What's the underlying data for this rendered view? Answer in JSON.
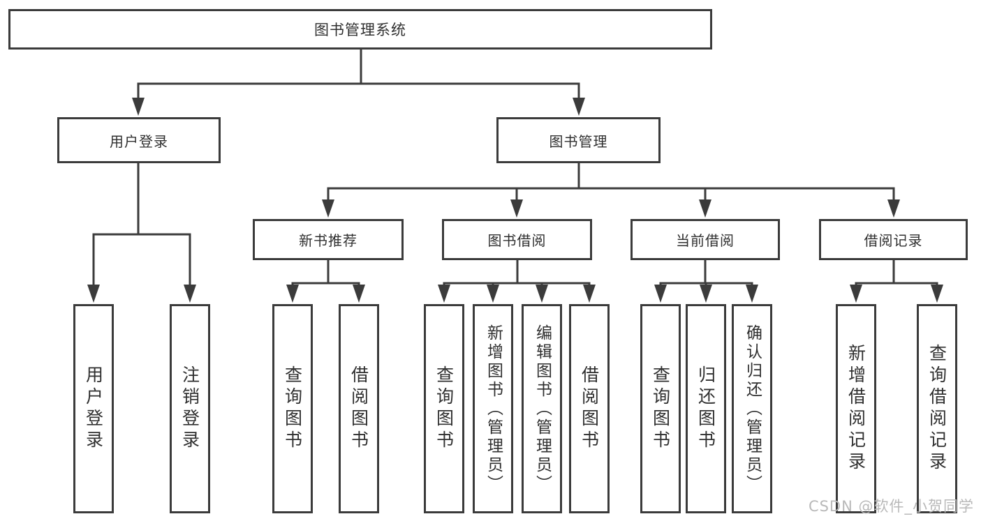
{
  "tree": {
    "label": "图书管理系统",
    "children": [
      {
        "label": "用户登录",
        "children": [
          {
            "label": "用户登录"
          },
          {
            "label": "注销登录"
          }
        ]
      },
      {
        "label": "图书管理",
        "children": [
          {
            "label": "新书推荐",
            "children": [
              {
                "label": "查询图书"
              },
              {
                "label": "借阅图书"
              }
            ]
          },
          {
            "label": "图书借阅",
            "children": [
              {
                "label": "查询图书"
              },
              {
                "label": "新增图书（管理员）"
              },
              {
                "label": "编辑图书（管理员）"
              },
              {
                "label": "借阅图书"
              }
            ]
          },
          {
            "label": "当前借阅",
            "children": [
              {
                "label": "查询图书"
              },
              {
                "label": "归还图书"
              },
              {
                "label": "确认归还（管理员）"
              }
            ]
          },
          {
            "label": "借阅记录",
            "children": [
              {
                "label": "新增借阅记录"
              },
              {
                "label": "查询借阅记录"
              }
            ]
          }
        ]
      }
    ]
  },
  "watermark": "CSDN @软件_小贺同学",
  "colors": {
    "line": "#3b3b3b",
    "text": "#2f2f2f",
    "watermark": "#b9b9b9",
    "background": "#ffffff"
  }
}
